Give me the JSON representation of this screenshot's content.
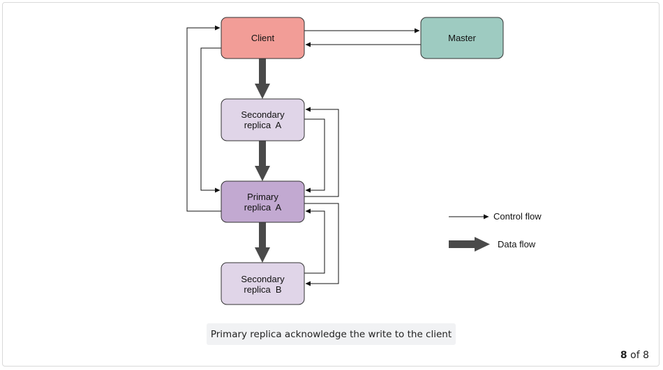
{
  "nodes": {
    "client": {
      "label": "Client",
      "fill": "#f29d97"
    },
    "master": {
      "label": "Master",
      "fill": "#9ecbc1"
    },
    "secondary_a": {
      "line1": "Secondary",
      "line2": "replica  A",
      "fill": "#e0d5e8"
    },
    "primary_a": {
      "line1": "Primary",
      "line2": "replica  A",
      "fill": "#c2a9d1"
    },
    "secondary_b": {
      "line1": "Secondary",
      "line2": "replica  B",
      "fill": "#e0d5e8"
    }
  },
  "legend": {
    "control_flow": "Control flow",
    "data_flow": "Data flow"
  },
  "caption": "Primary replica acknowledge the write to the client",
  "pager": {
    "current": "8",
    "separator": "of",
    "total": "8"
  },
  "colors": {
    "data_arrow": "#4a4a4a",
    "line": "#111111",
    "stroke": "#333333"
  }
}
